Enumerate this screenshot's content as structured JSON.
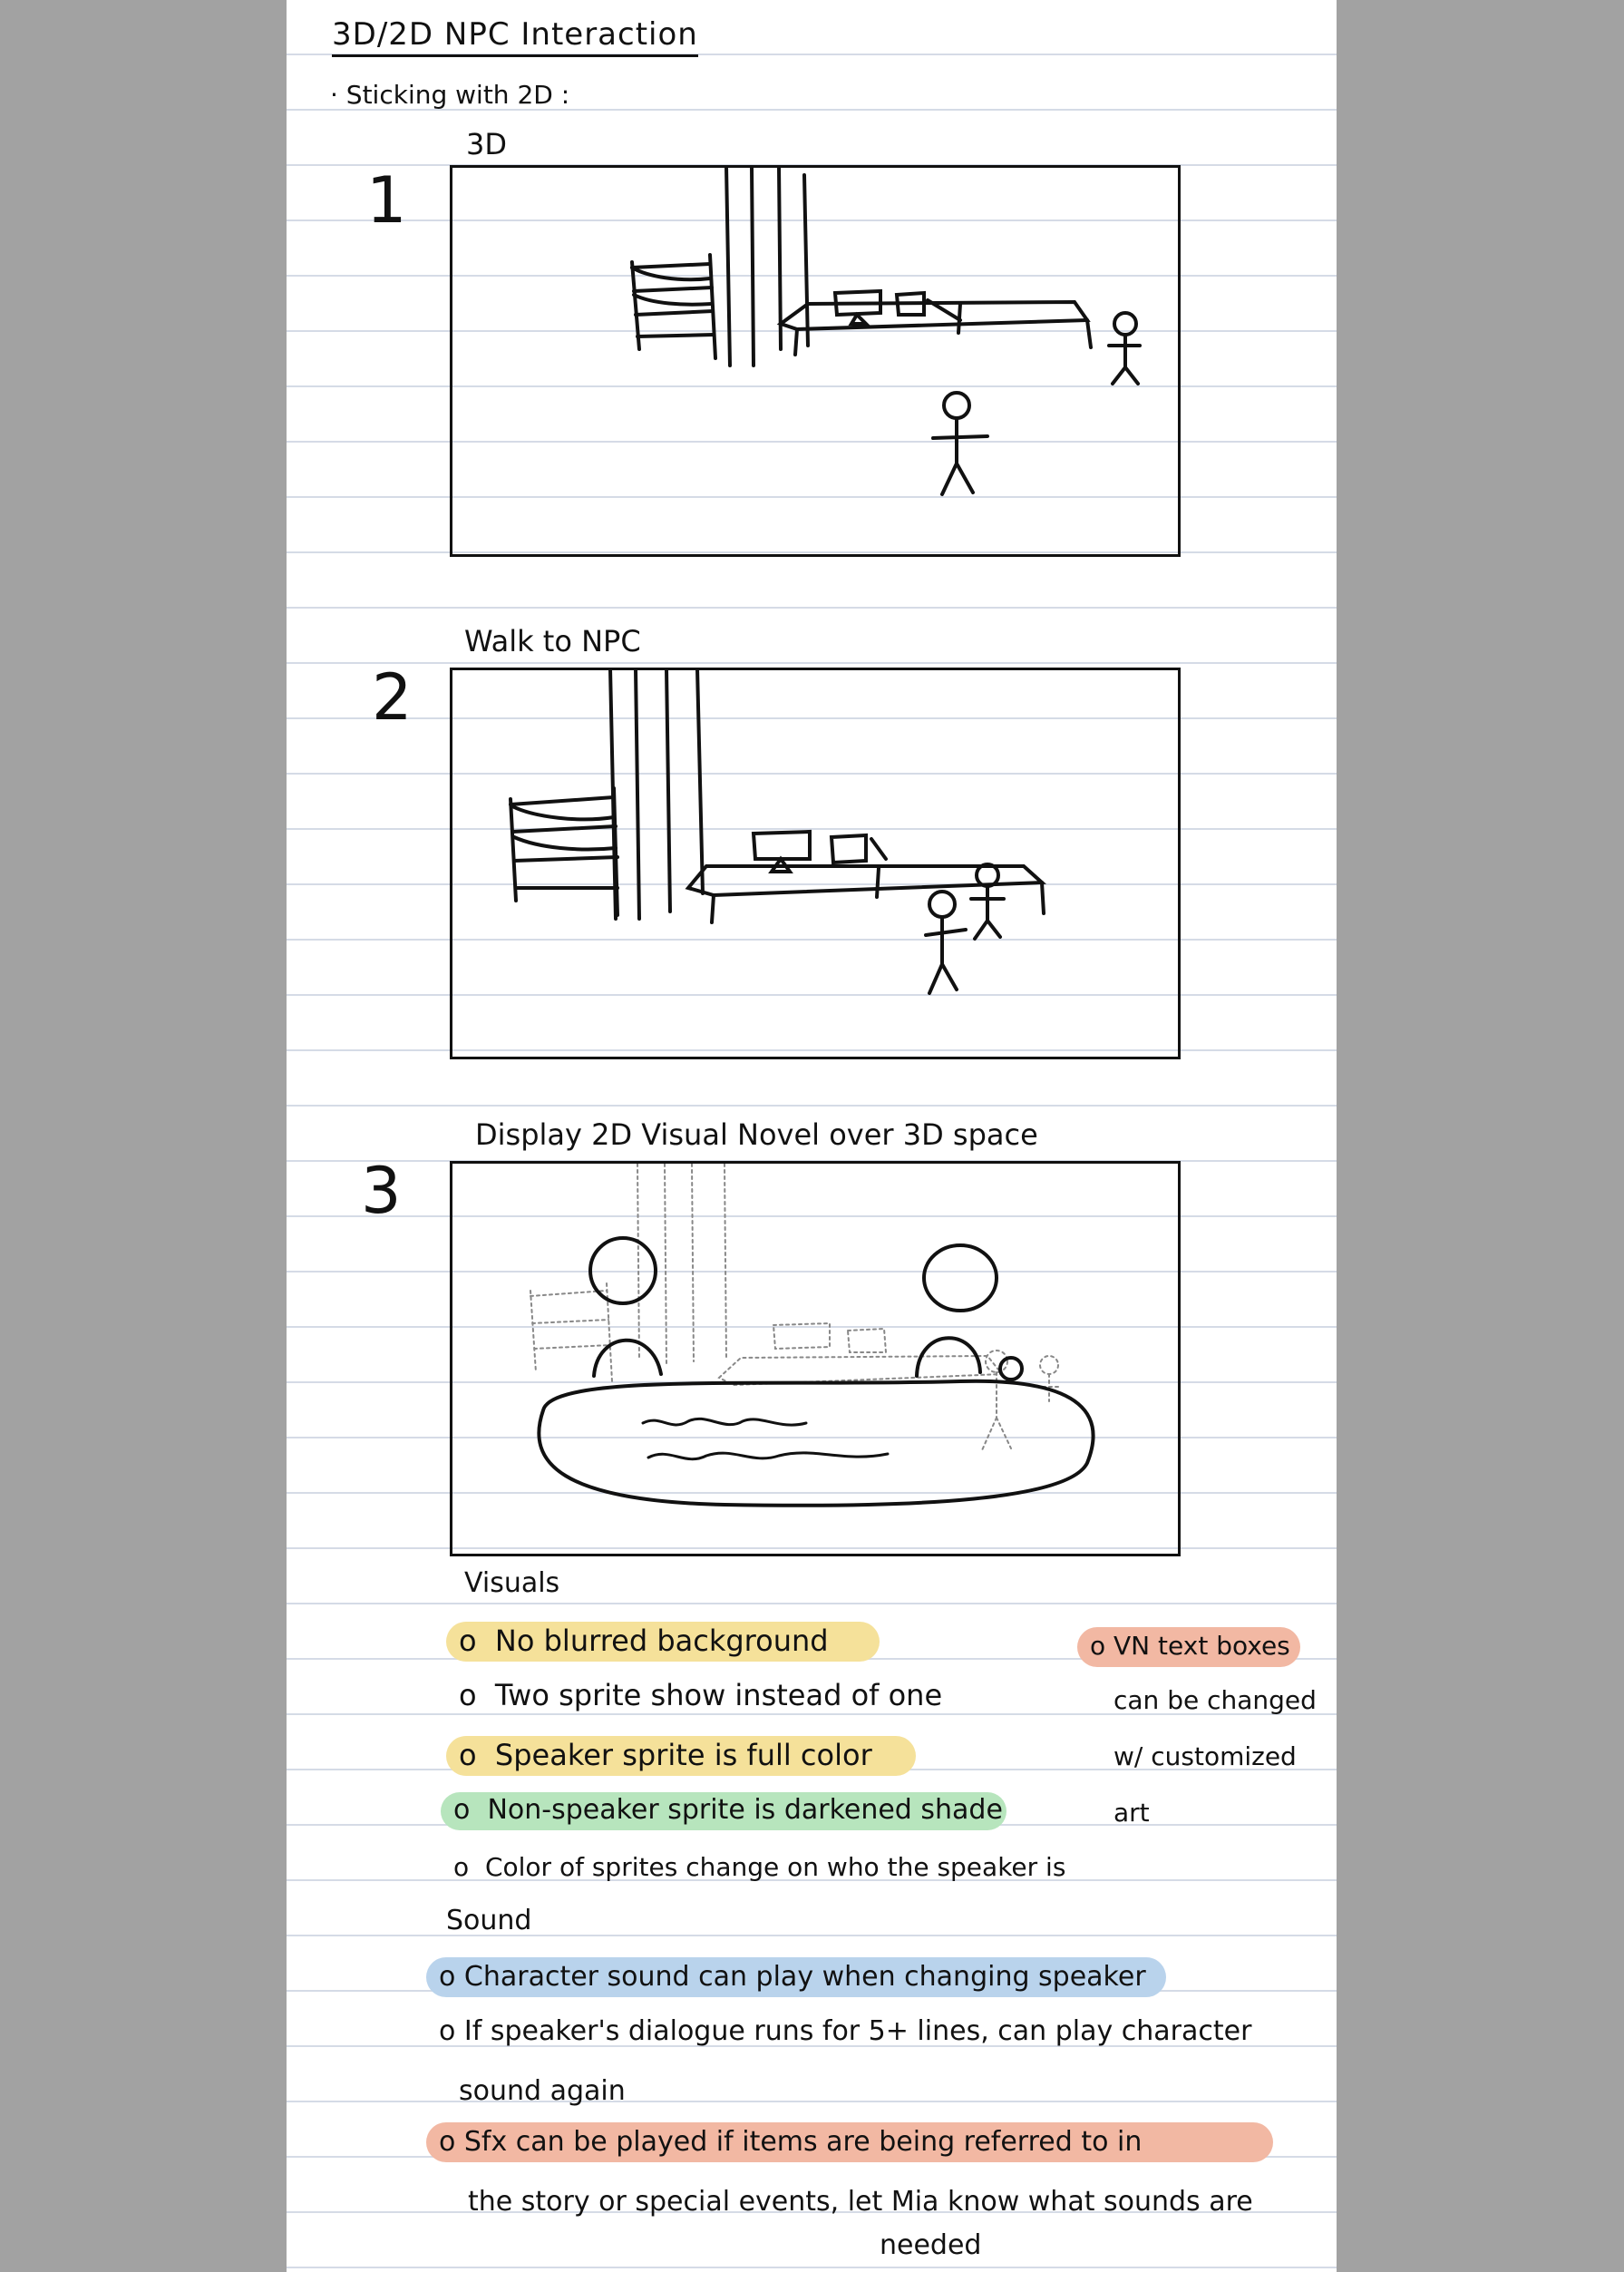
{
  "page": {
    "title": "3D/2D NPC Interaction",
    "subtitle": "· Sticking with 2D :"
  },
  "panels": [
    {
      "number": "1",
      "caption": "3D"
    },
    {
      "number": "2",
      "caption": "Walk to NPC"
    },
    {
      "number": "3",
      "caption": "Display 2D Visual Novel over 3D space"
    }
  ],
  "visuals": {
    "heading": "Visuals",
    "items": [
      {
        "bullet": "o",
        "text": "No blurred background",
        "highlight": "#f5e19a"
      },
      {
        "bullet": "o",
        "text": "Two sprite show instead of one",
        "highlight": ""
      },
      {
        "bullet": "o",
        "text": "Speaker sprite is full color",
        "highlight": "#f5e19a"
      },
      {
        "bullet": "o",
        "text": "Non-speaker sprite is darkened shade",
        "highlight": "#b7e5bd"
      },
      {
        "bullet": "o",
        "text": "Color of sprites change on who the speaker is",
        "highlight": ""
      }
    ],
    "side_note": {
      "line1": "o VN text boxes",
      "line2": "can be changed",
      "line3": "w/ customized",
      "line4": "art",
      "highlight": "#f2b8a3"
    }
  },
  "sound": {
    "heading": "Sound",
    "items": [
      {
        "text": "o Character sound can play when changing speaker",
        "highlight": "#b9d3ec"
      },
      {
        "text": "o If speaker's dialogue runs for 5+ lines, can play character",
        "highlight": ""
      },
      {
        "text": "sound again",
        "highlight": ""
      },
      {
        "text": "o Sfx can be played if items are being referred to in",
        "highlight": "#f2b8a3"
      },
      {
        "text": "the story or special events, let Mia know what sounds are",
        "highlight": ""
      },
      {
        "text": "needed",
        "highlight": ""
      }
    ]
  }
}
